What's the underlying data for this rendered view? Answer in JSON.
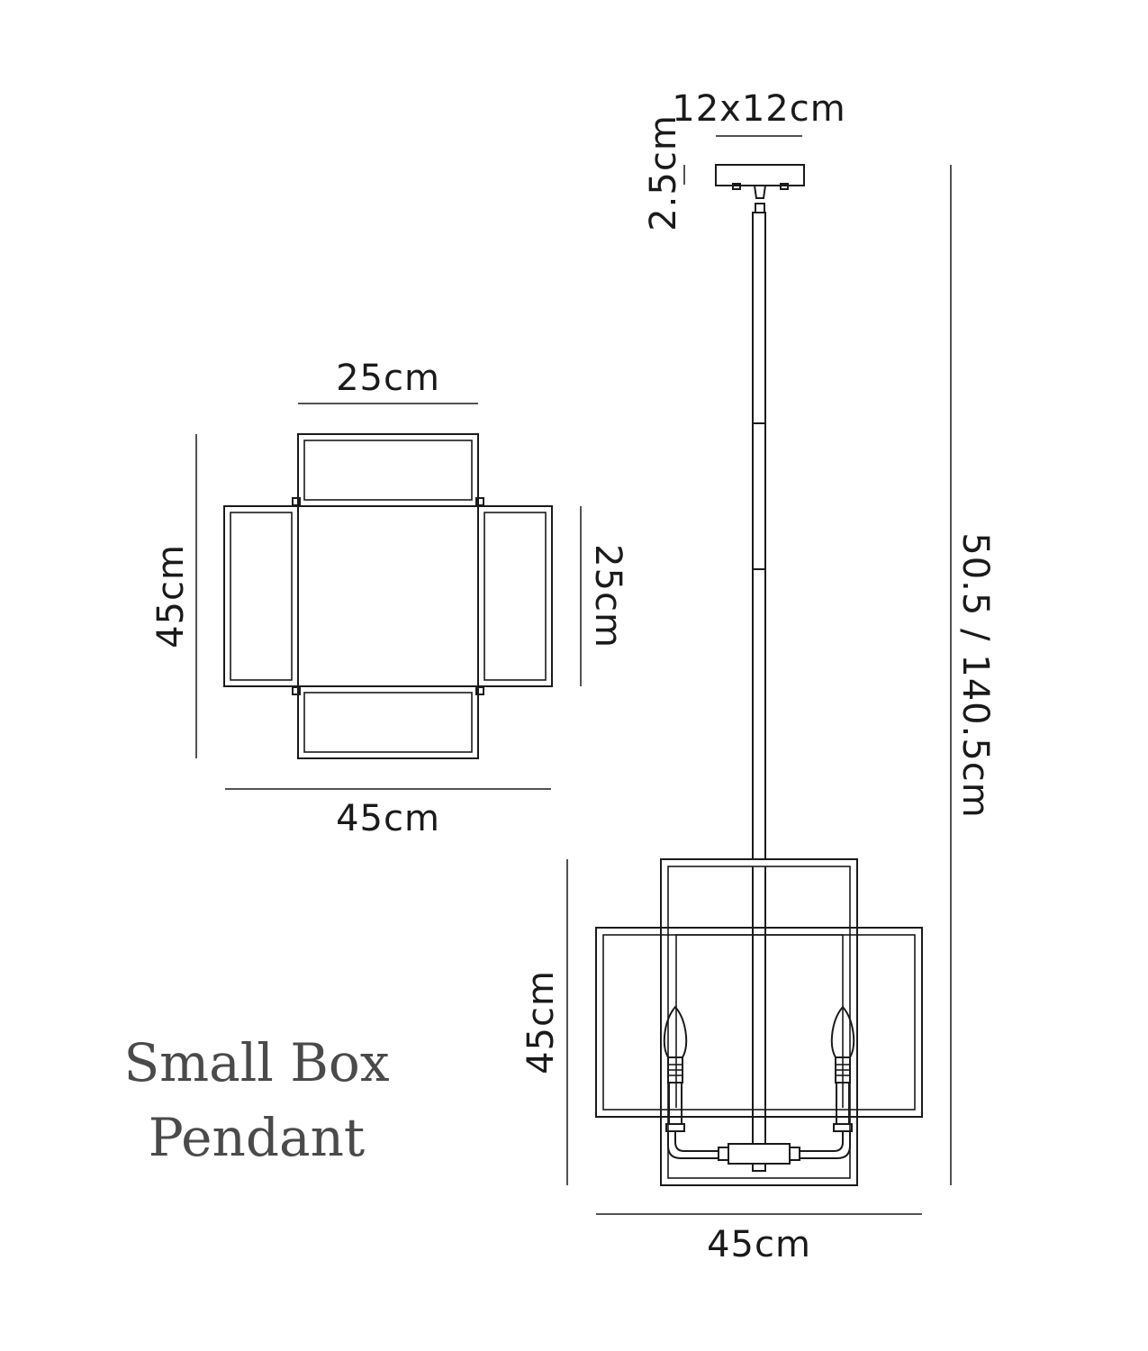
{
  "title": {
    "line1": "Small Box",
    "line2": "Pendant"
  },
  "plan_view": {
    "top_width": "25cm",
    "left_height": "45cm",
    "right_height": "25cm",
    "bottom_width": "45cm"
  },
  "elevation_view": {
    "canopy_size": "12x12cm",
    "canopy_height": "2.5cm",
    "overall_height": "50.5 / 140.5cm",
    "body_height": "45cm",
    "body_width": "45cm"
  }
}
